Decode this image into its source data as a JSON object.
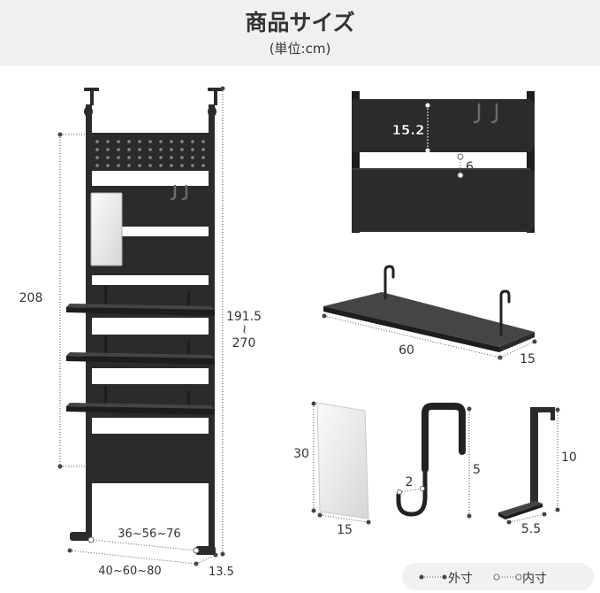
{
  "header": {
    "title": "商品サイズ",
    "unit": "(単位:cm)"
  },
  "rack": {
    "height_outer": "208",
    "height_range_top": "191.5",
    "height_range_sep": "~",
    "height_range_bottom": "270",
    "inner_width": "36~56~76",
    "outer_width": "40~60~80",
    "depth": "13.5"
  },
  "panel_detail": {
    "panel_height": "15.2",
    "gap": "6"
  },
  "shelf": {
    "width": "60",
    "depth": "15"
  },
  "mirror": {
    "height": "30",
    "width": "15"
  },
  "hook": {
    "opening": "2",
    "height": "5"
  },
  "bracket": {
    "height": "10",
    "depth": "5.5"
  },
  "legend": {
    "outer_label": "外寸",
    "inner_label": "内寸"
  },
  "colors": {
    "header_bg": "#f0f0f0",
    "product": "#2b2b2b",
    "dimension_line": "#555555",
    "text": "#333333",
    "legend_bg": "#f1f1f1"
  }
}
